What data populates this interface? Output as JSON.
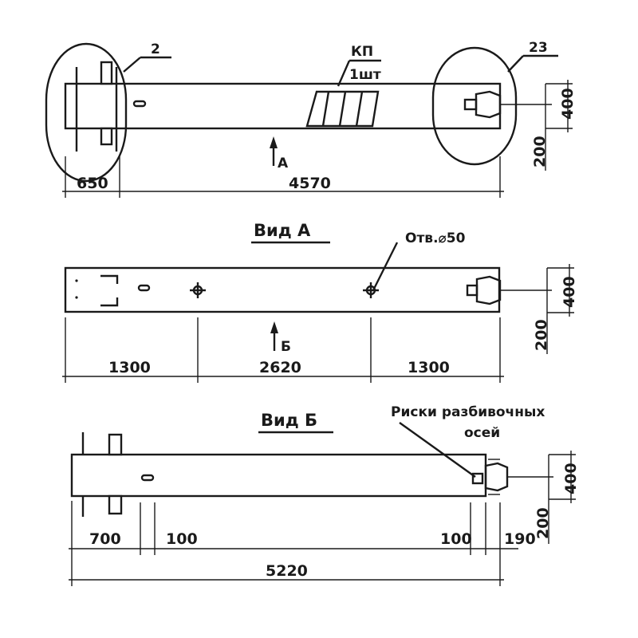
{
  "callouts": {
    "detail_2": "2",
    "detail_23": "23",
    "kp_line1": "КП",
    "kp_line2": "1шт",
    "arrow_a": "А",
    "arrow_b": "Б",
    "hole": "Отв.⌀50",
    "marks_line1": "Риски разбивочных",
    "marks_line2": "осей"
  },
  "views": {
    "view_a": "Вид А",
    "view_b": "Вид Б"
  },
  "dimensions": {
    "top": {
      "left": "650",
      "main": "4570",
      "height": "400",
      "offset": "200"
    },
    "view_a": {
      "left": "1300",
      "middle": "2620",
      "right": "1300",
      "height": "400",
      "offset": "200"
    },
    "view_b": {
      "left": "700",
      "gap_left": "100",
      "gap_right": "100",
      "end": "190",
      "total": "5220",
      "height": "400",
      "offset": "200"
    }
  },
  "colors": {
    "ink": "#1a1a1a",
    "paper": "#ffffff"
  }
}
